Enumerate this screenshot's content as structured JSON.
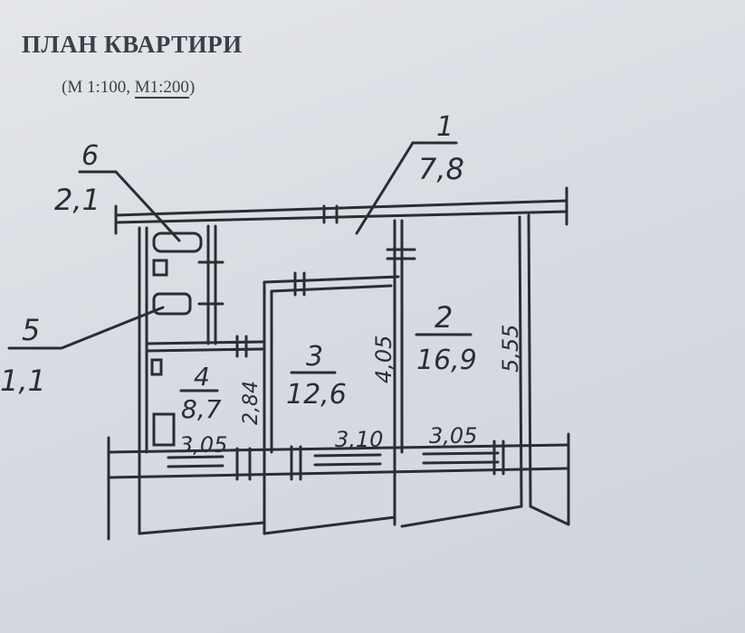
{
  "title": "ПЛАН КВАРТИРИ",
  "scale": {
    "open": "(М 1:100, ",
    "underlined": "М1:200",
    "close": ")"
  },
  "rooms": [
    {
      "number": "1",
      "area": "7,8"
    },
    {
      "number": "2",
      "area": "16,9"
    },
    {
      "number": "3",
      "area": "12,6"
    },
    {
      "number": "4",
      "area": "8,7"
    },
    {
      "number": "5",
      "area": "1,1"
    },
    {
      "number": "6",
      "area": "2,1"
    }
  ],
  "dimensions": {
    "kitchen_width": "3,05",
    "room3_width": "3,10",
    "room2_width": "3,05",
    "kitchen_depth": "2,84",
    "room3_depth": "4,05",
    "room2_depth": "5,55"
  },
  "colors": {
    "paper": "#d9dde3",
    "ink": "#2b2d33"
  }
}
